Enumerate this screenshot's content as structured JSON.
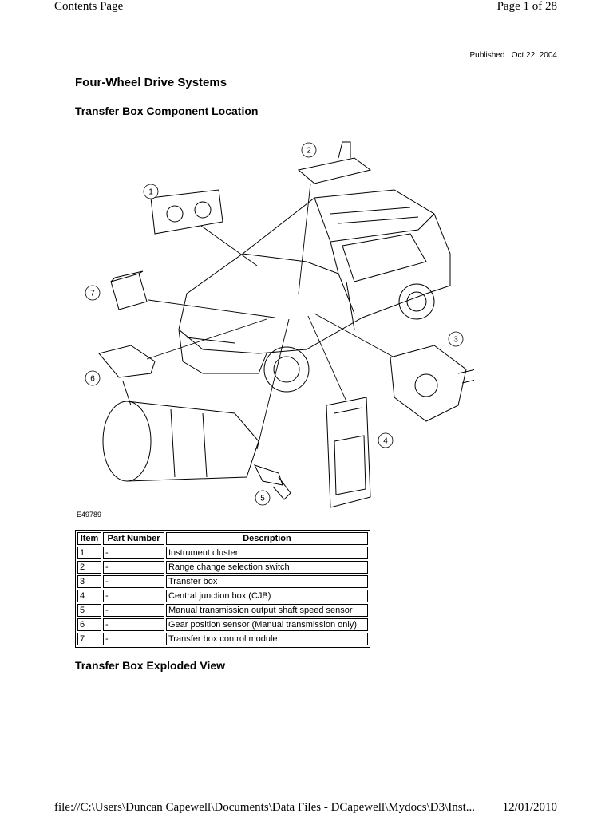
{
  "header": {
    "left": "Contents Page",
    "right": "Page 1 of 28"
  },
  "published": "Published : Oct 22, 2004",
  "title": "Four-Wheel Drive Systems",
  "section1_title": "Transfer Box Component Location",
  "figure_id": "E49789",
  "callouts": [
    "1",
    "2",
    "3",
    "4",
    "5",
    "6",
    "7"
  ],
  "table": {
    "headers": [
      "Item",
      "Part Number",
      "Description"
    ],
    "rows": [
      {
        "item": "1",
        "part": "-",
        "desc": "Instrument cluster"
      },
      {
        "item": "2",
        "part": "-",
        "desc": "Range change selection switch"
      },
      {
        "item": "3",
        "part": "-",
        "desc": "Transfer box"
      },
      {
        "item": "4",
        "part": "-",
        "desc": "Central junction box (CJB)"
      },
      {
        "item": "5",
        "part": "-",
        "desc": "Manual transmission output shaft speed sensor"
      },
      {
        "item": "6",
        "part": "-",
        "desc": "Gear position sensor (Manual transmission only)"
      },
      {
        "item": "7",
        "part": "-",
        "desc": "Transfer box control module"
      }
    ]
  },
  "section2_title": "Transfer Box Exploded View",
  "footer": {
    "path": "file://C:\\Users\\Duncan Capewell\\Documents\\Data Files - DCapewell\\Mydocs\\D3\\Inst...",
    "date": "12/01/2010"
  }
}
